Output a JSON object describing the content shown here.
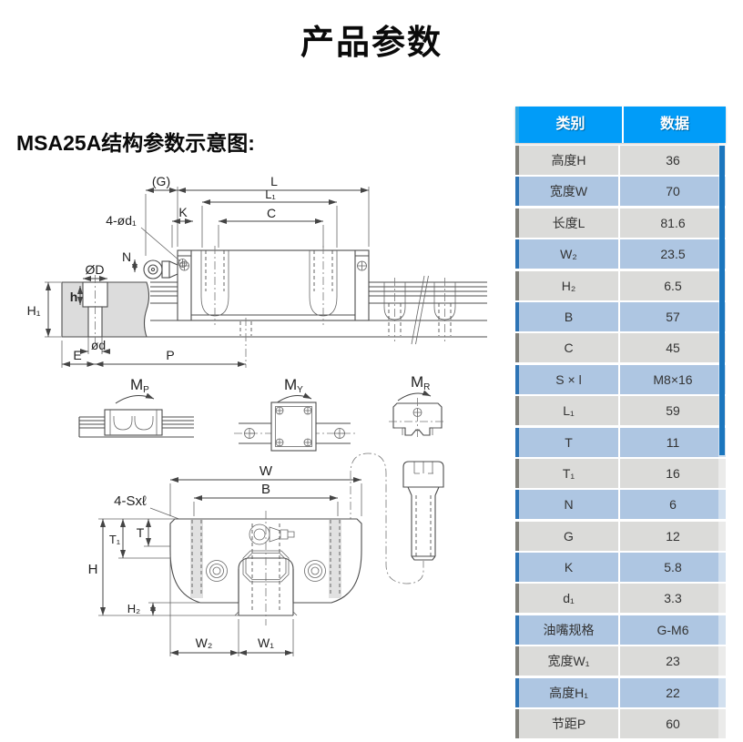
{
  "page": {
    "title": "产品参数"
  },
  "section": {
    "heading": "MSA25A结构参数示意图:"
  },
  "diagram": {
    "top_labels": {
      "g": "(G)",
      "l": "L",
      "l1": "L₁",
      "c": "C",
      "k": "K",
      "holes": "4-ød₁",
      "d_big": "ØD",
      "n": "N",
      "h1": "H₁",
      "h": "h",
      "d_small": "ød",
      "e": "E",
      "p": "P"
    },
    "moment_labels": {
      "base": "M",
      "sub_p": "P",
      "sub_y": "Y",
      "sub_r": "R"
    },
    "bottom_labels": {
      "w": "W",
      "b": "B",
      "screws": "4-Sxℓ",
      "t": "T",
      "t1": "T₁",
      "h": "H",
      "h2": "H₂",
      "w2": "W₂",
      "w1": "W₁"
    }
  },
  "table": {
    "headers": {
      "category": "类别",
      "data": "数据"
    },
    "rows": [
      {
        "label": "高度H",
        "value": "36"
      },
      {
        "label": "宽度W",
        "value": "70"
      },
      {
        "label": "长度L",
        "value": "81.6"
      },
      {
        "label": "W₂",
        "value": "23.5"
      },
      {
        "label": "H₂",
        "value": "6.5"
      },
      {
        "label": "B",
        "value": "57"
      },
      {
        "label": "C",
        "value": "45"
      },
      {
        "label": "S × l",
        "value": "M8×16"
      },
      {
        "label": "L₁",
        "value": "59"
      },
      {
        "label": "T",
        "value": "11"
      },
      {
        "label": "T₁",
        "value": "16"
      },
      {
        "label": "N",
        "value": "6"
      },
      {
        "label": "G",
        "value": "12"
      },
      {
        "label": "K",
        "value": "5.8"
      },
      {
        "label": "d₁",
        "value": "3.3"
      },
      {
        "label": "油嘴规格",
        "value": "G-M6"
      },
      {
        "label": "宽度W₁",
        "value": "23"
      },
      {
        "label": "高度H₁",
        "value": "22"
      },
      {
        "label": "节距P",
        "value": "60"
      }
    ]
  },
  "colors": {
    "header_blue": "#019CF8",
    "row_blue": "#AEC6E2",
    "row_gray": "#DBDBD9",
    "row_bar_blue": "#2E74B5",
    "row_bar_gray": "#81807A",
    "scroll_thumb": "#1B76BE"
  }
}
